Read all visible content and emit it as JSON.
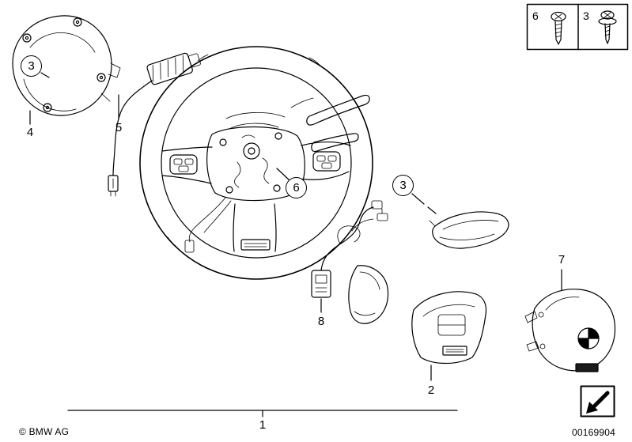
{
  "meta": {
    "background": "#ffffff",
    "line_color": "#000000",
    "diagram_subject": "steering-wheel-airbag-parts-diagram"
  },
  "footer": {
    "copyright": "© BMW AG",
    "document_number": "00169904"
  },
  "callouts": {
    "wheel": "1",
    "lower_trim": "2",
    "screw_top_left": "3",
    "screw_right": "3",
    "rear_cover": "4",
    "switch_unit": "5",
    "center_screw": "6",
    "airbag_module": "7",
    "connector_harness": "8"
  },
  "legend": {
    "screw_a_label": "6",
    "screw_b_label": "3"
  }
}
